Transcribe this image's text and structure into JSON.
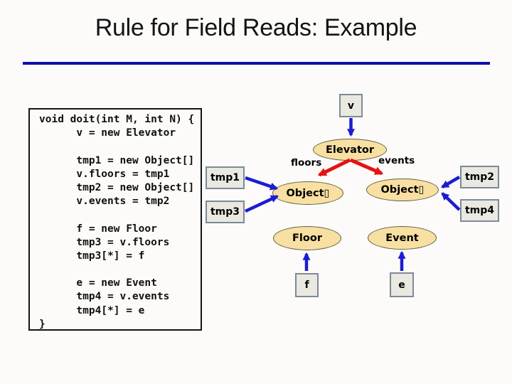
{
  "title": "Rule for Field Reads: Example",
  "code": {
    "lines": [
      "void doit(int M, int N) {",
      "      v = new Elevator",
      "",
      "      tmp1 = new Object[]",
      "      v.floors = tmp1",
      "      tmp2 = new Object[]",
      "      v.events = tmp2",
      "",
      "      f = new Floor",
      "      tmp3 = v.floors",
      "      tmp3[*] = f",
      "",
      "      e = new Event",
      "      tmp4 = v.events",
      "      tmp4[*] = e",
      "}"
    ]
  },
  "diagram": {
    "variables": {
      "v": "v",
      "tmp1": "tmp1",
      "tmp2": "tmp2",
      "tmp3": "tmp3",
      "tmp4": "tmp4",
      "f": "f",
      "e": "e"
    },
    "heap": {
      "elevator": "Elevator",
      "floors_array": "Object▯",
      "events_array": "Object▯",
      "floor": "Floor",
      "event": "Event"
    },
    "fields": {
      "floors": "floors",
      "events": "events"
    }
  },
  "colors": {
    "title_rule": "#0d0da8",
    "points_to_arrow_blue": "#1c1cd2",
    "field_arrow_red": "#e51212",
    "heap_node_fill": "#f8dfa2",
    "heap_node_border": "#5f5f45",
    "var_box_fill": "#e9e9e1",
    "var_box_border": "#7d8a96"
  }
}
